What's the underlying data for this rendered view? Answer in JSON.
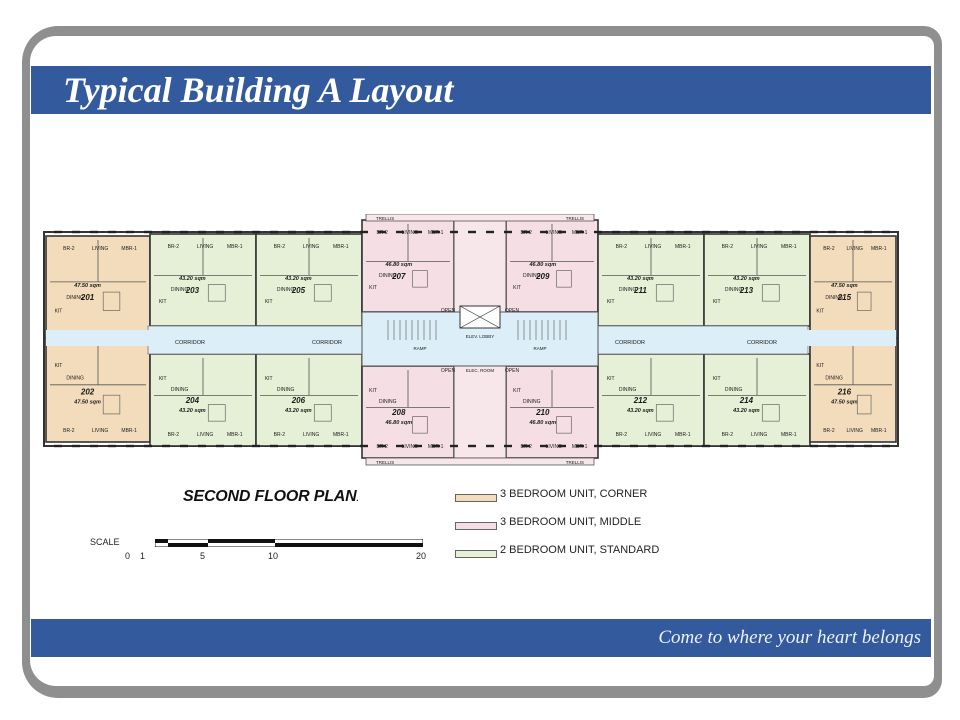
{
  "title": "Typical Building A Layout",
  "tagline": "Come to where your heart belongs",
  "plan_title": "SECOND FLOOR PLAN",
  "plan_title_suffix": ".",
  "colors": {
    "band": "#325a9c",
    "frame": "#8f8f8f",
    "corner_unit": "#f3dcbc",
    "middle_unit": "#f5dfe4",
    "standard_unit": "#e6f0d6",
    "corridor": "#dceef7"
  },
  "legend": [
    {
      "label": "3 BEDROOM UNIT, CORNER",
      "color": "#f3dcbc"
    },
    {
      "label": "3 BEDROOM UNIT, MIDDLE",
      "color": "#f5dfe4"
    },
    {
      "label": "2 BEDROOM UNIT, STANDARD",
      "color": "#e6f0d6"
    }
  ],
  "scale": {
    "label": "SCALE",
    "ticks": [
      "0",
      "1",
      "5",
      "10",
      "20"
    ]
  },
  "corridor_labels": [
    "CORRIDOR",
    "CORRIDOR",
    "CORRIDOR",
    "CORRIDOR"
  ],
  "lobby_labels": {
    "lobby": "ELEV. LOBBY",
    "room": "ELEC. ROOM",
    "ramp": "RAMP",
    "open": "OPEN",
    "trellis": "TRELLIS"
  },
  "units": [
    {
      "number": "201",
      "area": "47.50 sqm",
      "type": "corner"
    },
    {
      "number": "202",
      "area": "47.50 sqm",
      "type": "corner"
    },
    {
      "number": "203",
      "area": "43.20 sqm",
      "type": "standard"
    },
    {
      "number": "204",
      "area": "43.20 sqm",
      "type": "standard"
    },
    {
      "number": "205",
      "area": "43.20 sqm",
      "type": "standard"
    },
    {
      "number": "206",
      "area": "43.20 sqm",
      "type": "standard"
    },
    {
      "number": "207",
      "area": "46.80 sqm",
      "type": "middle"
    },
    {
      "number": "208",
      "area": "46.80 sqm",
      "type": "middle"
    },
    {
      "number": "209",
      "area": "46.80 sqm",
      "type": "middle"
    },
    {
      "number": "210",
      "area": "46.80 sqm",
      "type": "middle"
    },
    {
      "number": "211",
      "area": "43.20 sqm",
      "type": "standard"
    },
    {
      "number": "212",
      "area": "43.20 sqm",
      "type": "standard"
    },
    {
      "number": "213",
      "area": "43.20 sqm",
      "type": "standard"
    },
    {
      "number": "214",
      "area": "43.20 sqm",
      "type": "standard"
    },
    {
      "number": "215",
      "area": "47.50 sqm",
      "type": "corner"
    },
    {
      "number": "216",
      "area": "47.50 sqm",
      "type": "corner"
    }
  ],
  "room_labels": [
    "MBR-1",
    "BR-2",
    "BR-3",
    "LIVING",
    "DINING",
    "KIT"
  ]
}
